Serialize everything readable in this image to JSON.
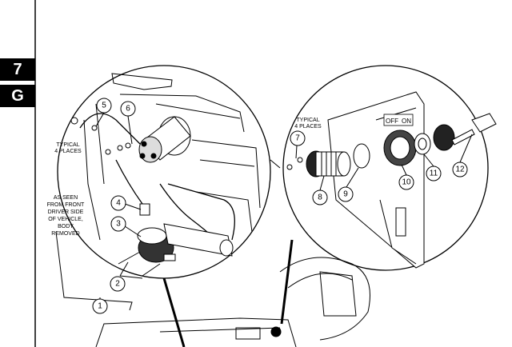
{
  "section_tabs": {
    "chapter": "7",
    "section": "G"
  },
  "notes": {
    "typical_left": [
      "TYPICAL",
      "4 PLACES"
    ],
    "typical_right": [
      "TYPICAL",
      "4 PLACES"
    ],
    "view_note": [
      "AS SEEN",
      "FROM FRONT",
      "DRIVER SIDE",
      "OF VEHICLE,",
      "BODY",
      "REMOVED"
    ]
  },
  "switch_labels": {
    "off": "OFF",
    "on": "ON"
  },
  "callouts": [
    "1",
    "2",
    "3",
    "4",
    "5",
    "6",
    "7",
    "8",
    "9",
    "10",
    "11",
    "12"
  ]
}
